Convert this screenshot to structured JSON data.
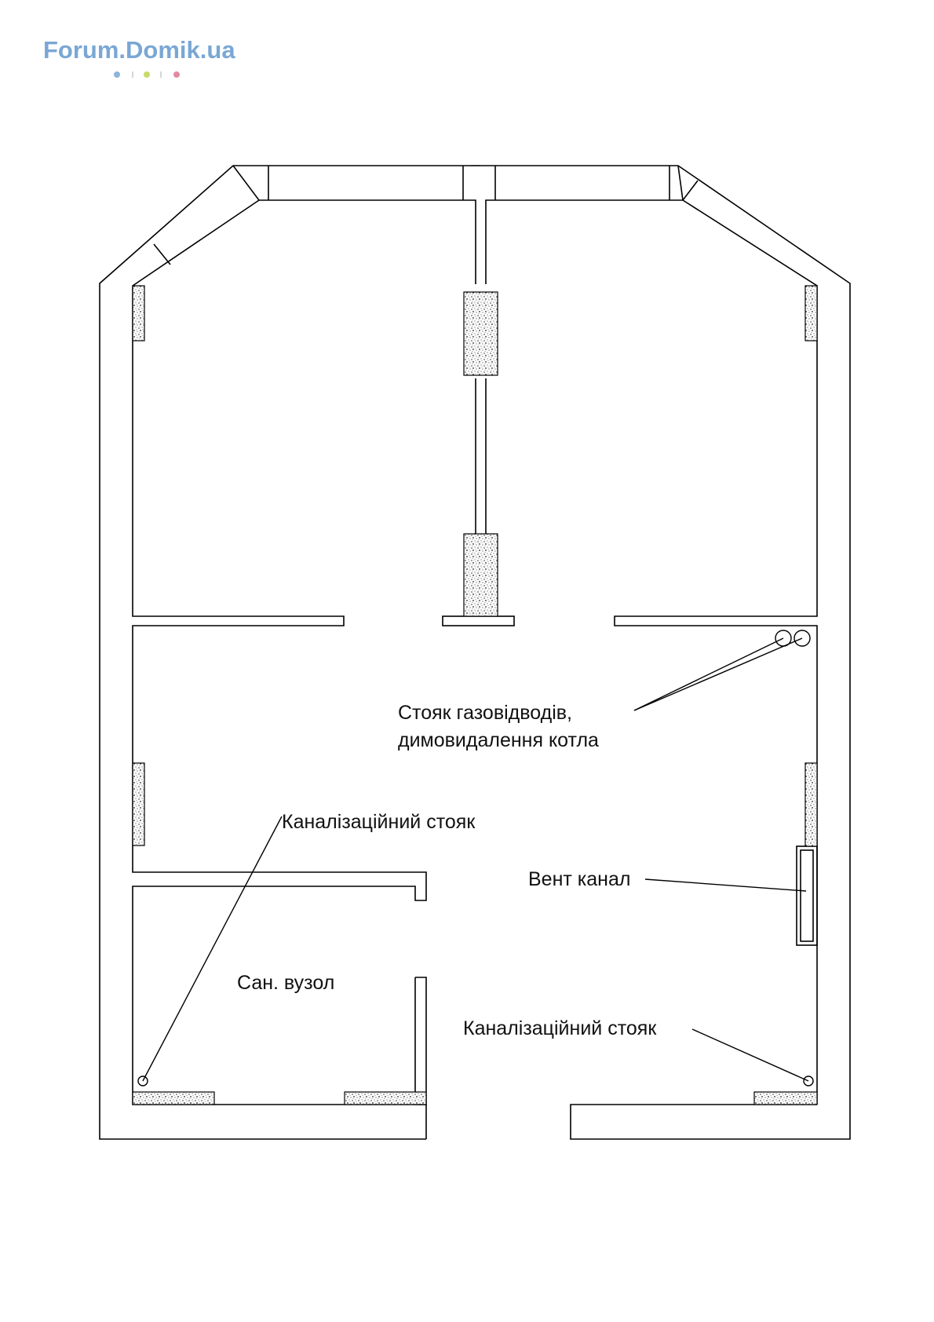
{
  "logo": {
    "text": "Forum.Domik.ua"
  },
  "labels": {
    "gas_riser_line1": "Стояк газовідводів,",
    "gas_riser_line2": "димовидалення котла",
    "sewer_riser_left": "Каналізаційний стояк",
    "vent_channel": "Вент канал",
    "bathroom": "Сан. вузол",
    "sewer_riser_right": "Каналізаційний стояк"
  },
  "colors": {
    "logo": "#7aa7d4",
    "dot_blue": "#8cb4dc",
    "dot_green": "#c9da6a",
    "dot_pink": "#e28aa0",
    "line": "#000000"
  }
}
